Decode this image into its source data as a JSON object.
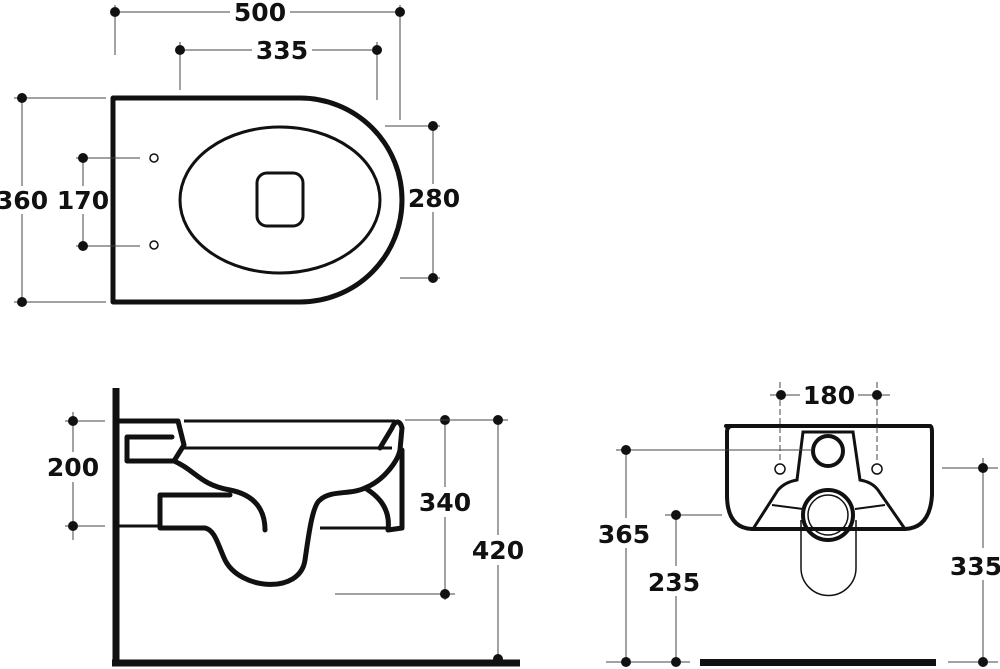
{
  "top_view": {
    "dimensions": {
      "overall_length": "500",
      "hole_to_front": "335",
      "overall_width": "360",
      "hole_spacing": "170",
      "seat_width": "280"
    }
  },
  "side_view": {
    "dimensions": {
      "fixing_height_span": "200",
      "bowl_height": "340",
      "rim_height": "420"
    }
  },
  "front_view": {
    "dimensions": {
      "fixing_hole_spacing": "180",
      "inlet_height": "365",
      "outlet_height": "235",
      "rim_side_height": "335"
    }
  },
  "colors": {
    "line": "#111111",
    "background": "#ffffff"
  }
}
